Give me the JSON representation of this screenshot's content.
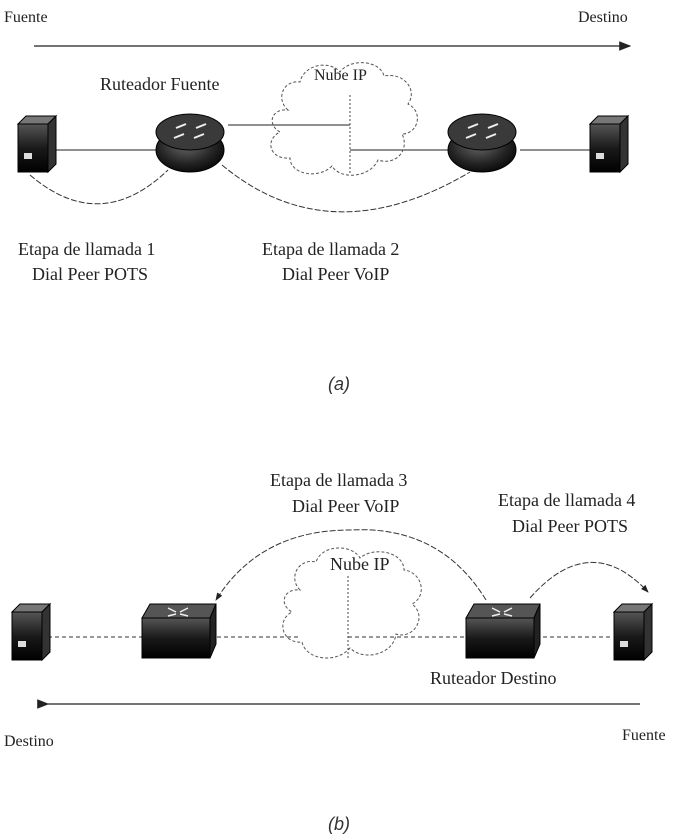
{
  "panel_a": {
    "label": "(a)",
    "flow_left": "Fuente",
    "flow_right": "Destino",
    "router_label": "Ruteador Fuente",
    "cloud_label": "Nube IP",
    "leg1_line1": "Etapa de llamada 1",
    "leg1_line2": "Dial Peer POTS",
    "leg2_line1": "Etapa de llamada 2",
    "leg2_line2": "Dial Peer VoIP"
  },
  "panel_b": {
    "label": "(b)",
    "flow_left": "Destino",
    "flow_right": "Fuente",
    "router_label": "Ruteador Destino",
    "cloud_label": "Nube IP",
    "leg3_line1": "Etapa de llamada 3",
    "leg3_line2": "Dial Peer VoIP",
    "leg4_line1": "Etapa de llamada 4",
    "leg4_line2": "Dial Peer POTS"
  },
  "icons": {
    "phone_switch": "phone-switch-icon",
    "router_round": "router-icon",
    "router_box": "router-box-icon",
    "cloud": "cloud-icon"
  }
}
